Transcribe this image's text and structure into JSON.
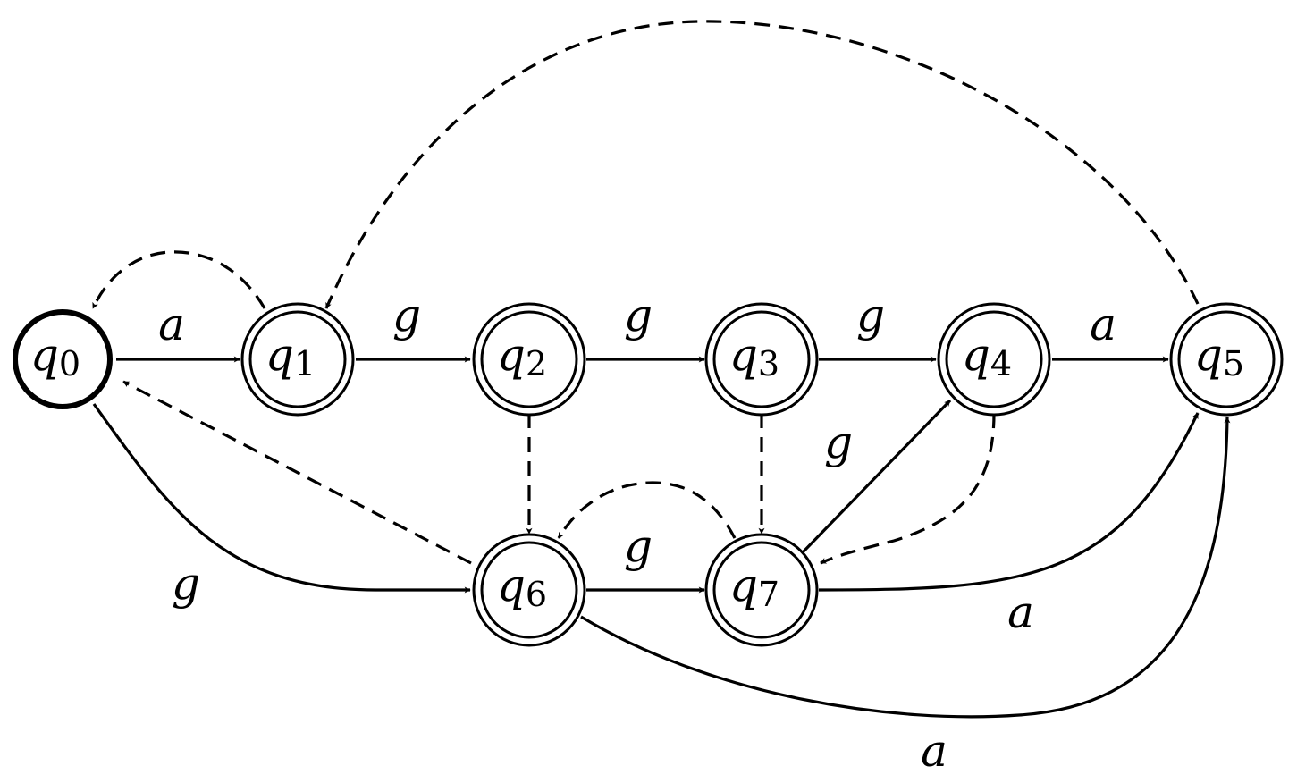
{
  "states": [
    {
      "id": "q0",
      "base": "q",
      "sub": "0",
      "initial": true,
      "accepting": false
    },
    {
      "id": "q1",
      "base": "q",
      "sub": "1",
      "initial": false,
      "accepting": true
    },
    {
      "id": "q2",
      "base": "q",
      "sub": "2",
      "initial": false,
      "accepting": true
    },
    {
      "id": "q3",
      "base": "q",
      "sub": "3",
      "initial": false,
      "accepting": true
    },
    {
      "id": "q4",
      "base": "q",
      "sub": "4",
      "initial": false,
      "accepting": true
    },
    {
      "id": "q5",
      "base": "q",
      "sub": "5",
      "initial": false,
      "accepting": true
    },
    {
      "id": "q6",
      "base": "q",
      "sub": "6",
      "initial": false,
      "accepting": true
    },
    {
      "id": "q7",
      "base": "q",
      "sub": "7",
      "initial": false,
      "accepting": true
    }
  ],
  "transitions": [
    {
      "from": "q0",
      "to": "q1",
      "label": "a"
    },
    {
      "from": "q1",
      "to": "q2",
      "label": "g"
    },
    {
      "from": "q2",
      "to": "q3",
      "label": "g"
    },
    {
      "from": "q3",
      "to": "q4",
      "label": "g"
    },
    {
      "from": "q4",
      "to": "q5",
      "label": "a"
    },
    {
      "from": "q0",
      "to": "q6",
      "label": "g"
    },
    {
      "from": "q6",
      "to": "q7",
      "label": "g"
    },
    {
      "from": "q7",
      "to": "q4",
      "label": "g"
    },
    {
      "from": "q7",
      "to": "q5",
      "label": "a"
    },
    {
      "from": "q6",
      "to": "q5",
      "label": "a"
    }
  ],
  "failure_links": [
    {
      "from": "q1",
      "to": "q0"
    },
    {
      "from": "q5",
      "to": "q1"
    },
    {
      "from": "q2",
      "to": "q6"
    },
    {
      "from": "q3",
      "to": "q7"
    },
    {
      "from": "q6",
      "to": "q0"
    },
    {
      "from": "q7",
      "to": "q6"
    },
    {
      "from": "q4",
      "to": "q7"
    }
  ]
}
